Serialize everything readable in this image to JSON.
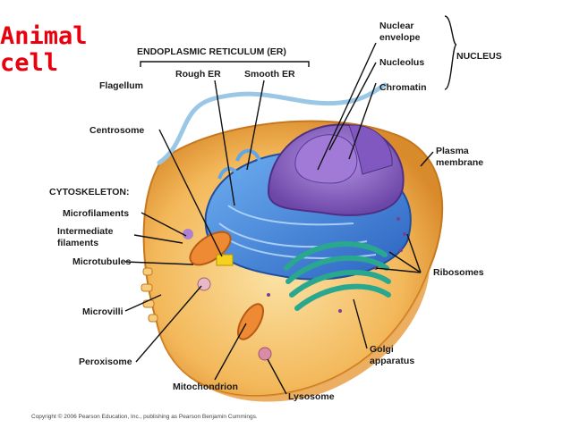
{
  "title": "Animal\ncell",
  "labels": {
    "nuclear_envelope": "Nuclear\nenvelope",
    "nucleolus": "Nucleolus",
    "chromatin": "Chromatin",
    "nucleus": "NUCLEUS",
    "er": "ENDOPLASMIC RETICULUM (ER)",
    "rough_er": "Rough ER",
    "smooth_er": "Smooth ER",
    "flagellum": "Flagellum",
    "centrosome": "Centrosome",
    "plasma_membrane": "Plasma\nmembrane",
    "cytoskeleton": "CYTOSKELETON:",
    "microfilaments": "Microfilaments",
    "intermediate_filaments": "Intermediate\nfilaments",
    "microtubules": "Microtubules",
    "ribosomes": "Ribosomes",
    "microvilli": "Microvilli",
    "golgi": "Golgi\napparatus",
    "peroxisome": "Peroxisome",
    "mitochondrion": "Mitochondrion",
    "lysosome": "Lysosome"
  },
  "credit": "Copyright © 2006 Pearson Education, Inc., publishing as Pearson Benjamin Cummings.",
  "colors": {
    "title": "#e8000e",
    "cytoplasm": "#f2b04a",
    "er": "#3a7fd9",
    "nucleus": "#8e62c8",
    "golgi": "#2fb5a0",
    "mitochondrion": "#e9822e"
  }
}
